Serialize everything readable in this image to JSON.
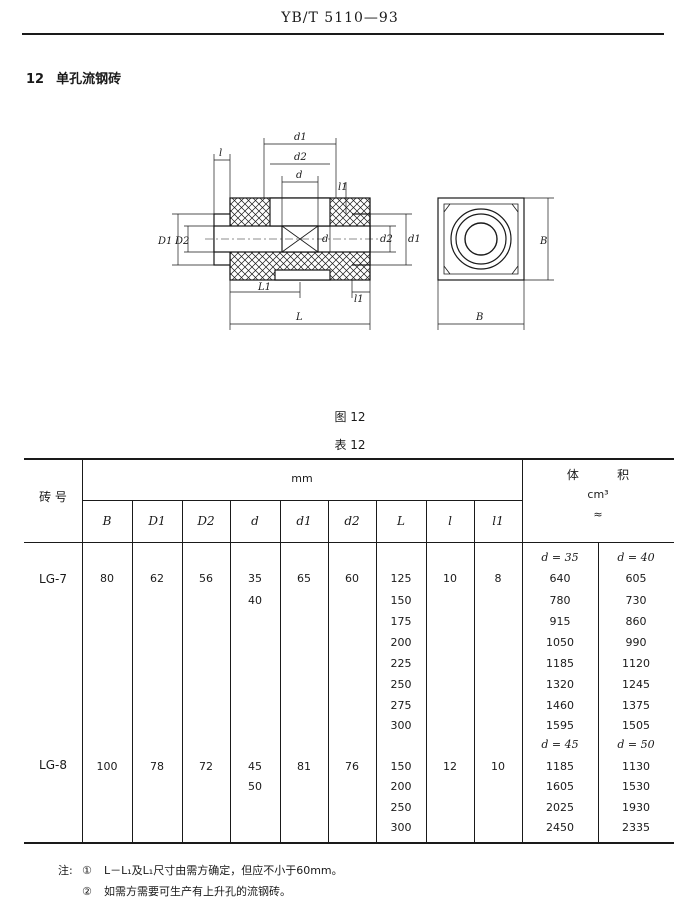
{
  "header": {
    "code": "YB/T 5110—93"
  },
  "section": {
    "number": "12",
    "title": "单孔流钢砖"
  },
  "drawing": {
    "labels": {
      "d1": "d1",
      "d2": "d2",
      "d": "d",
      "l": "l",
      "l1": "l1",
      "D1": "D1",
      "D2": "D2",
      "L1": "L1",
      "L": "L",
      "B": "B"
    }
  },
  "figure_caption": "图 12",
  "table_caption": "表 12",
  "table": {
    "row_header": "砖  号",
    "unit_header": "mm",
    "volume_header": {
      "line1": "体          积",
      "line2": "cm³",
      "line3": "≈"
    },
    "columns": [
      "B",
      "D1",
      "D2",
      "d",
      "d1",
      "d2",
      "L",
      "l",
      "l1"
    ],
    "rows": [
      {
        "name": "LG-7",
        "B": "80",
        "D1": "62",
        "D2": "56",
        "d": [
          "35",
          "40"
        ],
        "d1": "65",
        "d2": "60",
        "L": [
          "125",
          "150",
          "175",
          "200",
          "225",
          "250",
          "275",
          "300"
        ],
        "l": "10",
        "l1": "8",
        "vol_header": [
          "d = 35",
          "d = 40"
        ],
        "vol_a": [
          "640",
          "780",
          "915",
          "1050",
          "1185",
          "1320",
          "1460",
          "1595"
        ],
        "vol_b": [
          "605",
          "730",
          "860",
          "990",
          "1120",
          "1245",
          "1375",
          "1505"
        ]
      },
      {
        "name": "LG-8",
        "B": "100",
        "D1": "78",
        "D2": "72",
        "d": [
          "45",
          "50"
        ],
        "d1": "81",
        "d2": "76",
        "L": [
          "150",
          "200",
          "250",
          "300"
        ],
        "l": "12",
        "l1": "10",
        "vol_header": [
          "d = 45",
          "d = 50"
        ],
        "vol_a": [
          "1185",
          "1605",
          "2025",
          "2450"
        ],
        "vol_b": [
          "1130",
          "1530",
          "1930",
          "2335"
        ]
      }
    ]
  },
  "notes": {
    "prefix": "注:",
    "items": [
      {
        "mark": "①",
        "text": "L－L₁及L₁尺寸由需方确定，但应不小于60mm。"
      },
      {
        "mark": "②",
        "text": "如需方需要可生产有上升孔的流钢砖。"
      }
    ]
  }
}
